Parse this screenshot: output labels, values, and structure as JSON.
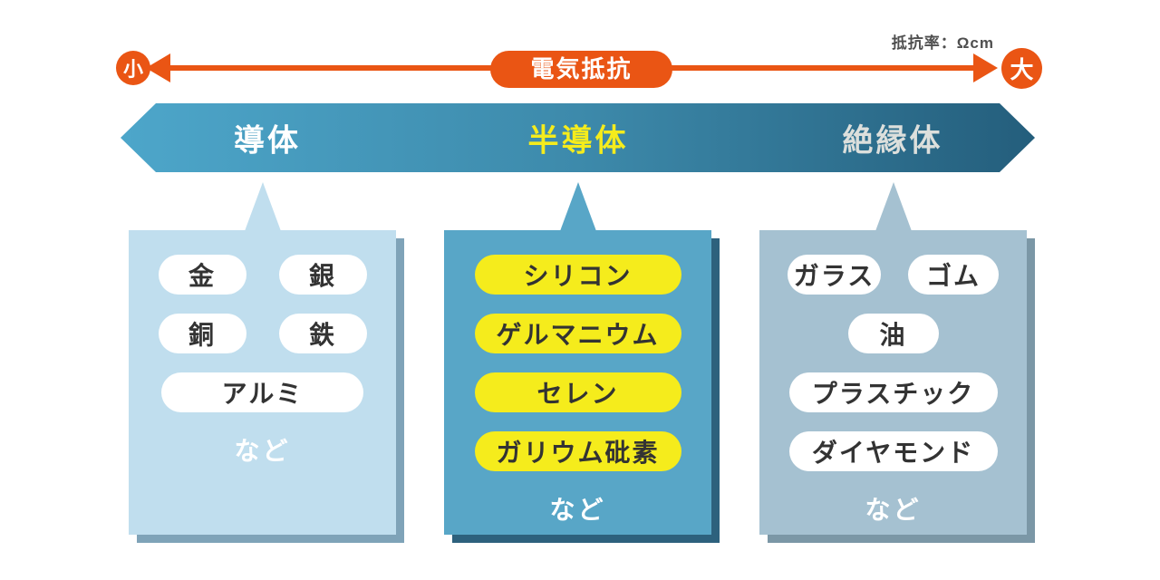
{
  "header": {
    "unit_label": "抵抗率：Ωcm"
  },
  "axis": {
    "low_label": "小",
    "title": "電気抵抗",
    "high_label": "大",
    "color": "#ea5514"
  },
  "banner": {
    "gradient_start": "#4da6ca",
    "gradient_end": "#245e7c",
    "segments": [
      {
        "label": "導体",
        "text_color": "#ffffff"
      },
      {
        "label": "半導体",
        "text_color": "#f5ec1c"
      },
      {
        "label": "絶縁体",
        "text_color": "#dcdfdc"
      }
    ]
  },
  "cards": [
    {
      "bg_color": "#c0deee",
      "shadow_color": "#7fa3b8",
      "pill_bg": "#ffffff",
      "pill_text_color": "#333333",
      "pills": [
        "金",
        "銀",
        "銅",
        "鉄",
        "アルミ"
      ],
      "etc_label": "など"
    },
    {
      "bg_color": "#58a6c7",
      "shadow_color": "#2d617d",
      "pill_bg": "#f5ec1c",
      "pill_text_color": "#333333",
      "pills": [
        "シリコン",
        "ゲルマニウム",
        "セレン",
        "ガリウム砒素"
      ],
      "etc_label": "など"
    },
    {
      "bg_color": "#a5c1d1",
      "shadow_color": "#7b97a6",
      "pill_bg": "#ffffff",
      "pill_text_color": "#333333",
      "pills": [
        "ガラス",
        "ゴム",
        "油",
        "プラスチック",
        "ダイヤモンド"
      ],
      "etc_label": "など"
    }
  ]
}
